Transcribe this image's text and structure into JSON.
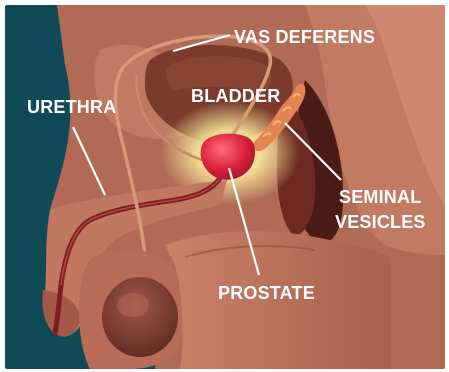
{
  "labels": {
    "vas_deferens": "VAS DEFERENS",
    "bladder": "BLADDER",
    "urethra": "URETHRA",
    "seminal_line1": "SEMINAL",
    "seminal_line2": "VESICLES",
    "prostate": "PROSTATE"
  },
  "colors": {
    "background": "#0f4a56",
    "skin": "#b8715a",
    "tissue_dark": "#5a2620",
    "bladder": "#7a3a2a",
    "prostate": "#d1253e",
    "glow": "#fff3a8",
    "vesicles": "#e07a50",
    "label": "#ffffff"
  }
}
